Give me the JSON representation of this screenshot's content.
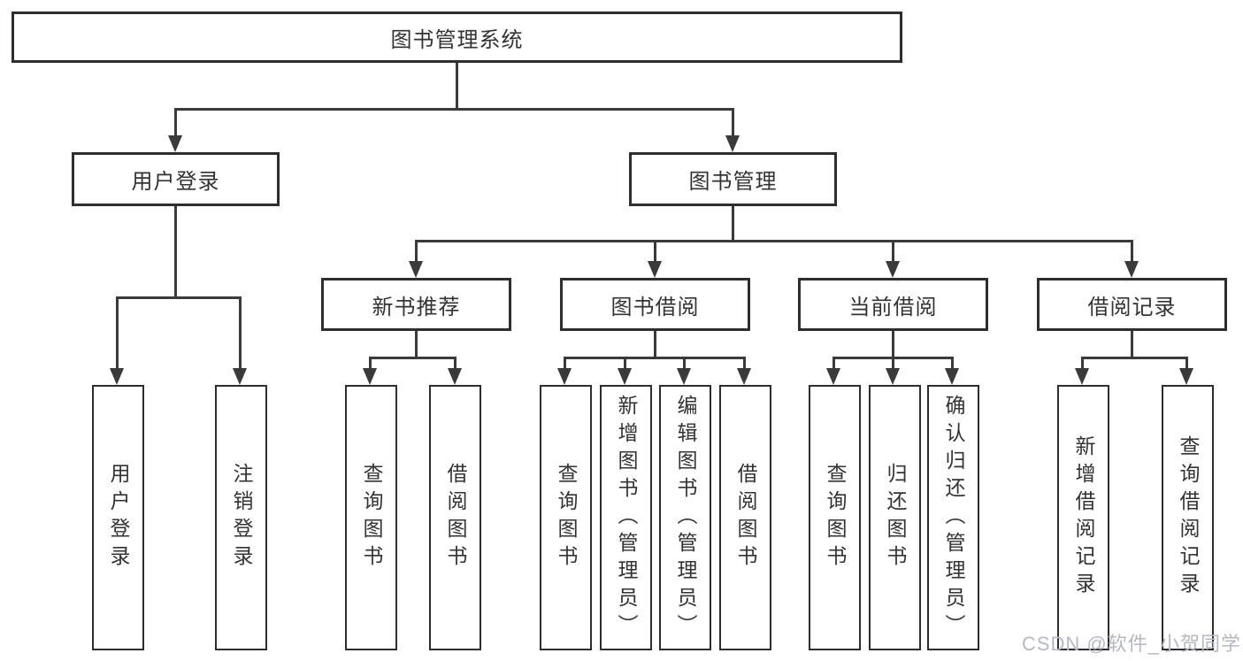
{
  "tree": {
    "root": {
      "label": "图书管理系统"
    },
    "level2": [
      {
        "label": "用户登录"
      },
      {
        "label": "图书管理"
      }
    ],
    "level3": [
      {
        "label": "新书推荐",
        "parent": "图书管理"
      },
      {
        "label": "图书借阅",
        "parent": "图书管理"
      },
      {
        "label": "当前借阅",
        "parent": "图书管理"
      },
      {
        "label": "借阅记录",
        "parent": "图书管理"
      }
    ],
    "leaves": [
      {
        "label": "用户登录",
        "parent": "用户登录"
      },
      {
        "label": "注销登录",
        "parent": "用户登录"
      },
      {
        "label": "查询图书",
        "parent": "新书推荐"
      },
      {
        "label": "借阅图书",
        "parent": "新书推荐"
      },
      {
        "label": "查询图书",
        "parent": "图书借阅"
      },
      {
        "label": "新增图书（管理员）",
        "parent": "图书借阅"
      },
      {
        "label": "编辑图书（管理员）",
        "parent": "图书借阅"
      },
      {
        "label": "借阅图书",
        "parent": "图书借阅"
      },
      {
        "label": "查询图书",
        "parent": "当前借阅"
      },
      {
        "label": "归还图书",
        "parent": "当前借阅"
      },
      {
        "label": "确认归还（管理员）",
        "parent": "当前借阅"
      },
      {
        "label": "新增借阅记录",
        "parent": "借阅记录"
      },
      {
        "label": "查询借阅记录",
        "parent": "借阅记录"
      }
    ]
  },
  "watermark": {
    "text": "CSDN @软件_小贺同学"
  },
  "colors": {
    "line": "#3a3a3a",
    "box_border": "#2e2e2e",
    "text": "#333333",
    "background": "#ffffff",
    "watermark": "#b5b9c2"
  }
}
